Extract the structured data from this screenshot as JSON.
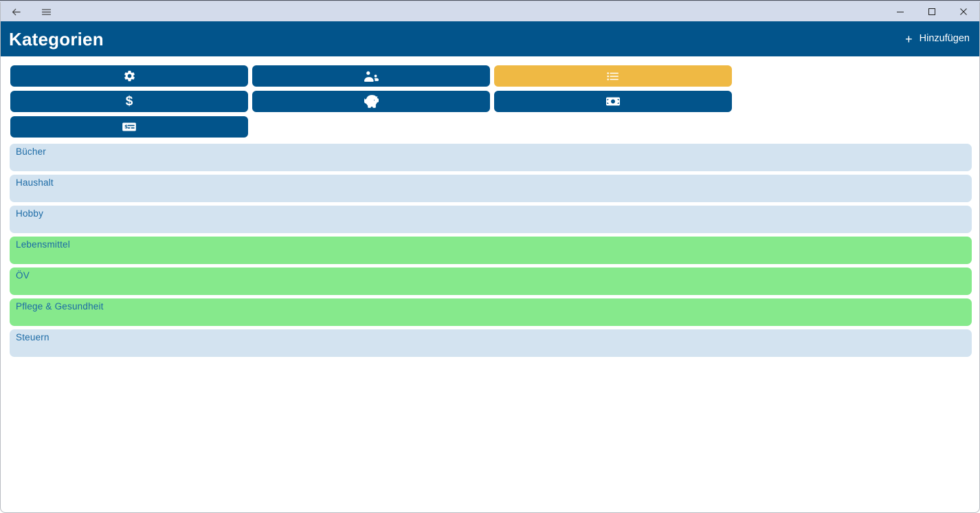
{
  "window": {
    "titlebar": {
      "back_icon": "back-arrow-icon",
      "menu_icon": "hamburger-menu-icon",
      "minimize_label": "Minimieren",
      "maximize_label": "Maximieren",
      "close_label": "Schließen"
    },
    "sliver_text": "",
    "sliver_text2": ""
  },
  "header": {
    "title": "Kategorien",
    "add_plus": "+",
    "add_label": "Hinzufügen"
  },
  "filters": [
    {
      "name": "settings",
      "icon": "gear-icon",
      "glyph": "",
      "active": false
    },
    {
      "name": "people",
      "icon": "users-icon",
      "glyph": "",
      "active": false
    },
    {
      "name": "categories",
      "icon": "list-ul-icon",
      "glyph": "",
      "active": true
    },
    {
      "name": "currency",
      "icon": "dollar-sign-icon",
      "glyph": "$",
      "active": false
    },
    {
      "name": "savings",
      "icon": "piggy-bank-icon",
      "glyph": "",
      "active": false
    },
    {
      "name": "cash",
      "icon": "money-bill-icon",
      "glyph": "",
      "active": false
    },
    {
      "name": "transactions",
      "icon": "money-check-icon",
      "glyph": "",
      "active": false
    }
  ],
  "categories": [
    {
      "label": "Bücher",
      "state": "blue"
    },
    {
      "label": "Haushalt",
      "state": "blue"
    },
    {
      "label": "Hobby",
      "state": "blue"
    },
    {
      "label": "Lebensmittel",
      "state": "green"
    },
    {
      "label": "ÖV",
      "state": "green"
    },
    {
      "label": "Pflege & Gesundheit",
      "state": "green"
    },
    {
      "label": "Steuern",
      "state": "blue"
    }
  ],
  "colors": {
    "brand_blue": "#02548b",
    "accent_yellow": "#efb944",
    "row_blue": "#d3e3f0",
    "row_green": "#86e98c",
    "row_text": "#1b6aa5",
    "titlebar": "#d3dbeb"
  }
}
